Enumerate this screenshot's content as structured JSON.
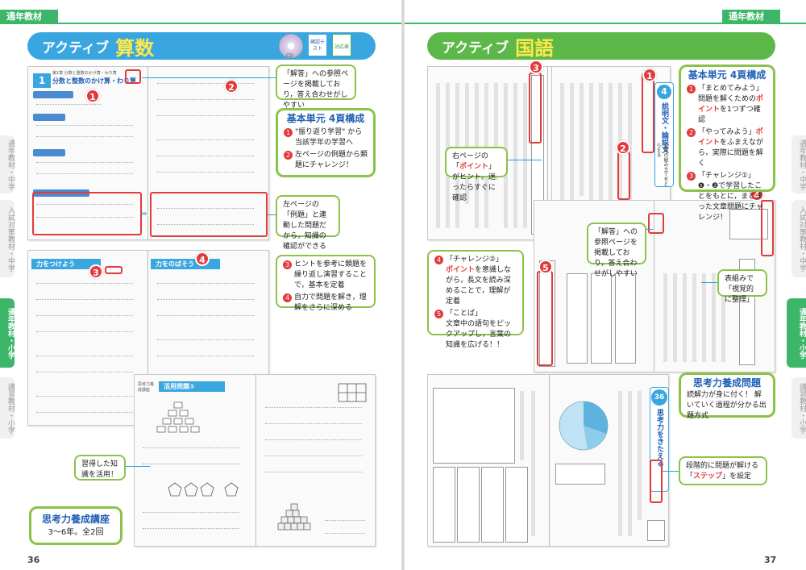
{
  "left_page": {
    "header": "通年教材 小学",
    "title_sub": "アクティブ",
    "title_main": "算数",
    "icons": {
      "disc_label": "CD",
      "test_label": "確認テスト",
      "compat_label": "対応表"
    },
    "thumb1": {
      "unit_number": "1",
      "unit_title": "分数と整数のかけ算・わり算",
      "small_label": "第1章 分数と整数のかけ算・わり算"
    },
    "thumb3": {
      "left_title": "力をつけよう",
      "right_title": "力をのばそう"
    },
    "thumb5": {
      "unit_title": "活用問題①",
      "small_label": "思考力養成講座"
    },
    "callout_answer": "「解答」への参照ページを掲載しており，答え合わせがしやすい",
    "callout_structure": {
      "title": "基本単元 4頁構成",
      "item1": "\"振り返り学習\" から当該学年の学習へ",
      "item2": "左ページの例題から類題にチャレンジ！"
    },
    "callout_linked": "左ページの「例題」と連動した問題だから，知識の確認ができる",
    "callout_practice": {
      "item3": "ヒントを参考に類題を繰り返し演習することで，基本を定着",
      "item4": "自力で問題を解き，理解をさらに深める"
    },
    "callout_apply": "習得した知識を活用！",
    "callout_course": {
      "title": "思考力養成講座",
      "sub": "3～6年。全2回"
    },
    "page_number": "36",
    "side_tabs": [
      "通年教材・中学",
      "入試対策教材・中学",
      "通年教材・小学",
      "講習教材・小学"
    ]
  },
  "right_page": {
    "header": "通年教材 小学",
    "title_sub": "アクティブ",
    "title_main": "国語",
    "unit_number": "4",
    "unit_title": "説明文・論説文",
    "unit_sub": "文章の組み立てをとらえる",
    "callout_hint": {
      "pre": "右ページの「",
      "em": "ポイント",
      "post": "」がヒント。迷ったらすぐに確認"
    },
    "callout_structure": {
      "title": "基本単元 4頁構成",
      "item1_pre": "「まとめてみよう」問題を解くための",
      "item1_em": "ポイント",
      "item1_post": "を1つずつ確認",
      "item2_pre": "「やってみよう」",
      "item2_em": "ポイント",
      "item2_post": "をふまえながら，実際に問題を解く",
      "item3_title": "「チャレンジ①」",
      "item3_text": "❶・❷で学習したことをもとに，まとまった文章問題にチャレンジ！"
    },
    "callout_answer": "「解答」への参照ページを掲載しており，答え合わせがしやすい",
    "callout_challenge": {
      "item4_title": "「チャレンジ②」",
      "item4_em": "ポイント",
      "item4_text": "を意識しながら，長文を読み深めることで，理解が定着",
      "item5_title": "「ことば」",
      "item5_text": "文章中の語句をピックアップし，言葉の知識を広げる！！"
    },
    "callout_table": "表組みで「視覚的に整理」",
    "callout_thinking": {
      "title": "思考力養成問題",
      "text": "読解力が身に付く！ 解いていく過程が分かる出題方式"
    },
    "thinking_unit": {
      "number": "36",
      "title": "思考力をきたえる"
    },
    "callout_step": {
      "pre": "段階的に問題が解ける「",
      "em": "ステップ",
      "post": "」を設定"
    },
    "page_number": "37",
    "side_tabs": [
      "通年教材・中学",
      "入試対策教材・中学",
      "通年教材・小学",
      "講習教材・小学"
    ]
  },
  "colors": {
    "green": "#3db66a",
    "math_bar": "#3aa6e0",
    "lang_bar": "#5cb848",
    "title_yellow": "#ffe94a",
    "red": "#e23b3b",
    "callout_border": "#8bc34a"
  }
}
